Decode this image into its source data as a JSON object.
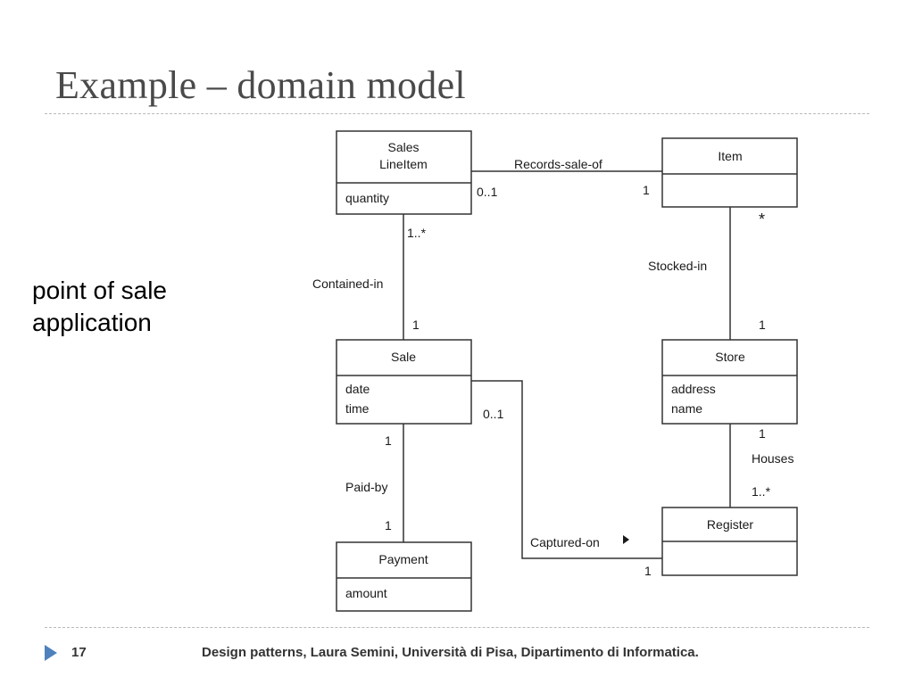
{
  "slide": {
    "title": "Example – domain model",
    "side_text": [
      "point of sale",
      "application"
    ],
    "page_number": "17",
    "footer": "Design patterns, Laura Semini, Università di Pisa, Dipartimento di Informatica."
  },
  "diagram": {
    "classes": {
      "sales_line_item": {
        "name": [
          "Sales",
          "LineItem"
        ],
        "attributes": [
          "quantity"
        ]
      },
      "item": {
        "name": [
          "Item"
        ],
        "attributes": []
      },
      "sale": {
        "name": [
          "Sale"
        ],
        "attributes": [
          "date",
          "time"
        ]
      },
      "store": {
        "name": [
          "Store"
        ],
        "attributes": [
          "address",
          "name"
        ]
      },
      "payment": {
        "name": [
          "Payment"
        ],
        "attributes": [
          "amount"
        ]
      },
      "register": {
        "name": [
          "Register"
        ],
        "attributes": []
      }
    },
    "associations": {
      "records_sale_of": {
        "label": "Records-sale-of",
        "end_a": "0..1",
        "end_b": "1"
      },
      "contained_in": {
        "label": "Contained-in",
        "end_a": "1..*",
        "end_b": "1"
      },
      "stocked_in": {
        "label": "Stocked-in",
        "end_a": "*",
        "end_b": "1"
      },
      "paid_by": {
        "label": "Paid-by",
        "end_a": "1",
        "end_b": "1"
      },
      "houses": {
        "label": "Houses",
        "end_a": "1",
        "end_b": "1..*"
      },
      "captured_on": {
        "label": "Captured-on",
        "end_a": "0..1",
        "end_b": "1"
      }
    }
  },
  "colors": {
    "title": "#4a4a4a",
    "footer_text": "#333333",
    "accent_arrow": "#4f81bd",
    "rule": "#b9b9b9"
  }
}
